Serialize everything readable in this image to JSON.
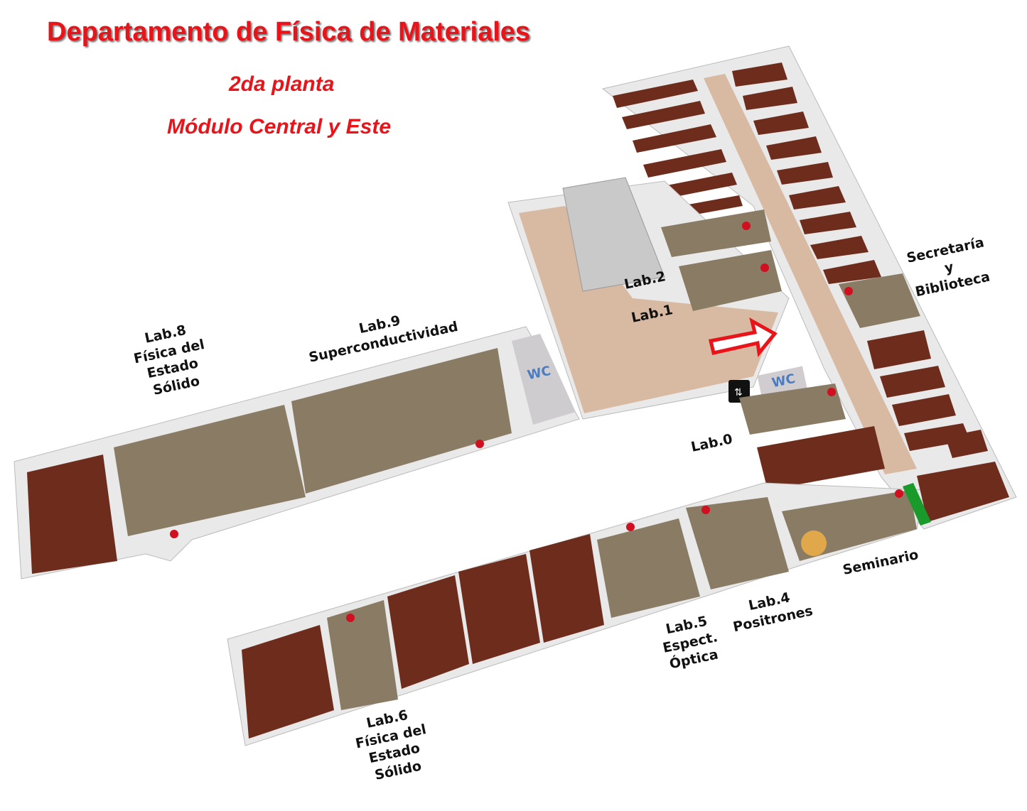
{
  "header": {
    "title": "Departamento de Física de Materiales",
    "floor": "2da planta",
    "module": "Módulo Central y Este"
  },
  "labels": {
    "lab8": [
      "Lab.8",
      "Física del",
      "Estado",
      "Sólido"
    ],
    "lab9": [
      "Lab.9",
      "Superconductividad"
    ],
    "lab2": "Lab.2",
    "lab1": "Lab.1",
    "lab0": "Lab.0",
    "secretaria": [
      "Secretaría",
      "y",
      "Biblioteca"
    ],
    "seminario": "Seminario",
    "lab4": [
      "Lab.4",
      "Positrones"
    ],
    "lab5": [
      "Lab.5",
      "Espect.",
      "Óptica"
    ],
    "lab6": [
      "Lab.6",
      "Física del",
      "Estado",
      "Sólido"
    ],
    "wc": "WC"
  },
  "colors": {
    "title": "#e8141a",
    "wall": "#e9e9e9",
    "corridor": "#d8b9a2",
    "office": "#6e2c1c",
    "lab": "#8a7b64",
    "wc": "#4a7cc0"
  }
}
